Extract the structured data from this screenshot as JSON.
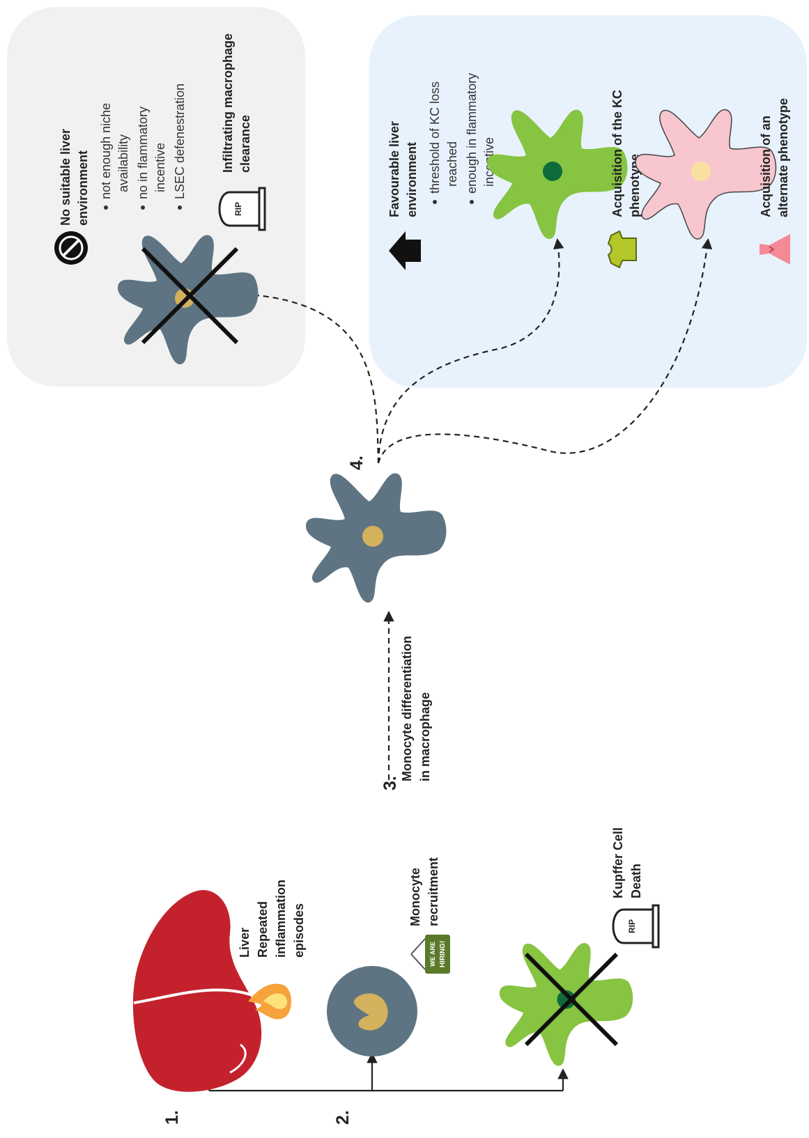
{
  "colors": {
    "grey_panel": "#f1f1f1",
    "blue_panel": "#e8f2fc",
    "macrophage": "#5e7482",
    "nucleus_tan": "#d4b15c",
    "kupffer_green": "#86c441",
    "kupffer_nucleus": "#0d6b3c",
    "pink_cell": "#f7c6cf",
    "pink_nucleus": "#f8e1a0",
    "liver_red": "#c3222d",
    "cross": "#111111"
  },
  "steps": {
    "s1": "1.",
    "s2": "2.",
    "s3": "3.",
    "s4": "4."
  },
  "bottom": {
    "liver_label": [
      "Liver",
      "Repeated",
      "inflammation",
      "episodes"
    ],
    "monocyte_label": [
      "Monocyte",
      "recruitment"
    ],
    "hiring_sign": [
      "WE ARE",
      "HIRING!"
    ],
    "kc_death_label": [
      "Kupffer Cell",
      "Death"
    ],
    "rip": "RIP"
  },
  "middle": {
    "differentiation_label": [
      "Monocyte differentiation",
      "in macrophage"
    ]
  },
  "grey_panel": {
    "title": [
      "No suitable liver",
      "environment"
    ],
    "bullets": [
      [
        "not enough niche",
        "availability"
      ],
      [
        "no in flammatory",
        "incentive"
      ],
      [
        "LSEC defenestration"
      ]
    ],
    "outcome": [
      "Infiltrating macrophage",
      "clearance"
    ],
    "rip": "RIP"
  },
  "blue_panel": {
    "title": [
      "Favourable liver",
      "environment"
    ],
    "bullets": [
      [
        "threshold of KC loss",
        "reached"
      ],
      [
        "enough in  flammatory",
        "incentive"
      ]
    ],
    "kc_outcome": [
      "Acquisition of the KC",
      "phenotype"
    ],
    "alt_outcome": [
      "Acquisition of an",
      "alternate phenotype"
    ]
  },
  "icons": [
    "fire-icon",
    "hiring-sign-icon",
    "tombstone-icon",
    "no-entry-icon",
    "house-icon",
    "tshirt-icon",
    "dress-icon",
    "liver-icon"
  ]
}
